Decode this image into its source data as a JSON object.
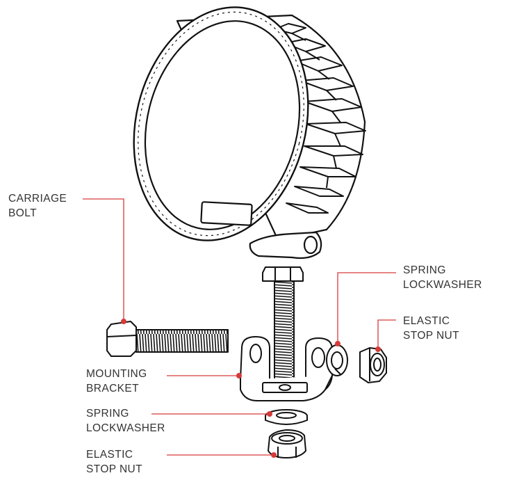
{
  "colors": {
    "leader_line": "#d63a3a",
    "leader_dot": "#d63a3a",
    "outline": "#111111",
    "text": "#333333",
    "background": "#ffffff"
  },
  "labels": {
    "carriage_bolt": [
      "CARRIAGE",
      "BOLT"
    ],
    "mounting_bracket": [
      "MOUNTING",
      "BRACKET"
    ],
    "spring_lockwasher_right": [
      "SPRING",
      "LOCKWASHER"
    ],
    "elastic_stop_nut_right": [
      "ELASTIC",
      "STOP NUT"
    ],
    "spring_lockwasher_bottom": [
      "SPRING",
      "LOCKWASHER"
    ],
    "elastic_stop_nut_bottom": [
      "ELASTIC",
      "STOP NUT"
    ]
  }
}
